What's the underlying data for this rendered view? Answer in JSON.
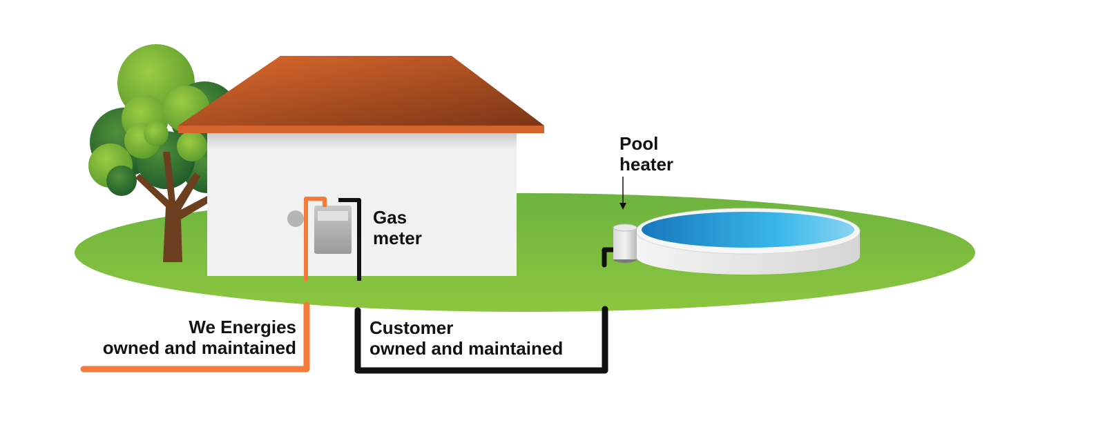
{
  "labels": {
    "pool_heater": [
      "Pool",
      "heater"
    ],
    "gas_meter": [
      "Gas",
      "meter"
    ],
    "utility_owned": [
      "We Energies",
      "owned and maintained"
    ],
    "customer_owned": [
      "Customer",
      "owned and maintained"
    ]
  },
  "colors": {
    "utility_line": "#f47b3a",
    "customer_line": "#111111",
    "lawn": "#7dbd3e",
    "roof": "#c05a2a",
    "house_wall": "#efefef",
    "pool_water": "#2a9fd8"
  },
  "icons": [
    "tree-icon",
    "house-icon",
    "gas-meter-icon",
    "pool-heater-icon",
    "pool-icon",
    "arrow-down-icon"
  ]
}
